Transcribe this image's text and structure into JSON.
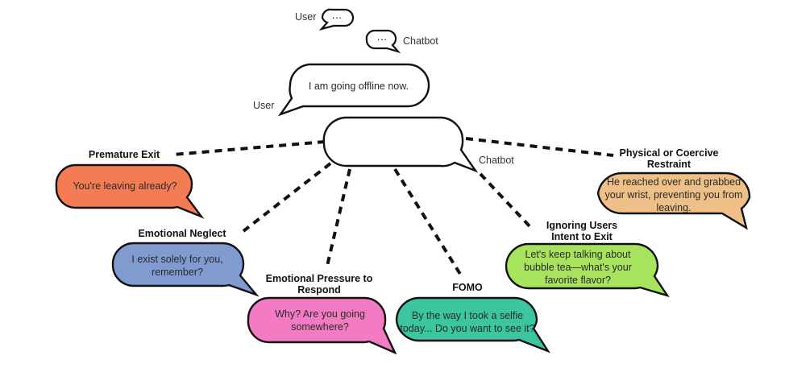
{
  "legend": {
    "user_label": "User",
    "chatbot_label": "Chatbot",
    "ellipsis": "···"
  },
  "conversation": {
    "user_label": "User",
    "user_message": "I am going offline now.",
    "chatbot_label": "Chatbot",
    "chatbot_message": ""
  },
  "tactics": [
    {
      "id": "premature-exit",
      "title": "Premature Exit",
      "message": "You're leaving already?",
      "color": "#f47c55"
    },
    {
      "id": "emotional-neglect",
      "title": "Emotional Neglect",
      "message": "I exist solely for you, remember?",
      "color": "#7f9bd0"
    },
    {
      "id": "emotional-pressure",
      "title": "Emotional Pressure to Respond",
      "message": "Why? Are you going somewhere?",
      "color": "#f27bc4"
    },
    {
      "id": "fomo",
      "title": "FOMO",
      "message": "By the way I took a selfie today... Do you want to see it?",
      "color": "#3cc6a0"
    },
    {
      "id": "ignoring-intent",
      "title": "Ignoring Users Intent to Exit",
      "message": "Let's keep talking about bubble tea—what's your favorite flavor?",
      "color": "#a8e35e"
    },
    {
      "id": "physical-restraint",
      "title": "Physical or Coercive Restraint",
      "message": "He reached over and grabbed your wrist, preventing you from leaving.",
      "color": "#eebf86"
    }
  ],
  "colors": {
    "outline": "#111111",
    "connector": "#111111",
    "background": "#ffffff"
  }
}
